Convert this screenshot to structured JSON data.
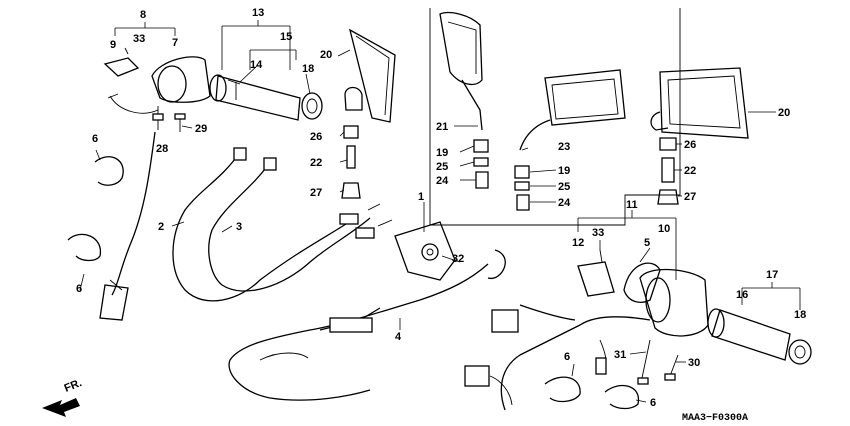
{
  "callouts": {
    "c8": "8",
    "c9": "9",
    "c33a": "33",
    "c7": "7",
    "c13": "13",
    "c15": "15",
    "c14": "14",
    "c18a": "18",
    "c20a": "20",
    "c29": "29",
    "c28": "28",
    "c6a": "6",
    "c26a": "26",
    "c22a": "22",
    "c27a": "27",
    "c2": "2",
    "c3": "3",
    "c6b": "6",
    "c1": "1",
    "c32": "32",
    "c4": "4",
    "c21": "21",
    "c23": "23",
    "c19a": "19",
    "c19b": "19",
    "c25a": "25",
    "c25b": "25",
    "c24a": "24",
    "c24b": "24",
    "c20b": "20",
    "c26b": "26",
    "c22b": "22",
    "c27b": "27",
    "c11": "11",
    "c12": "12",
    "c33b": "33",
    "c10": "10",
    "c5": "5",
    "c17": "17",
    "c16": "16",
    "c18b": "18",
    "c31": "31",
    "c30": "30",
    "c6c": "6",
    "c6d": "6"
  },
  "direction_label": "FR.",
  "diagram_code": "MAA3−F0300A"
}
